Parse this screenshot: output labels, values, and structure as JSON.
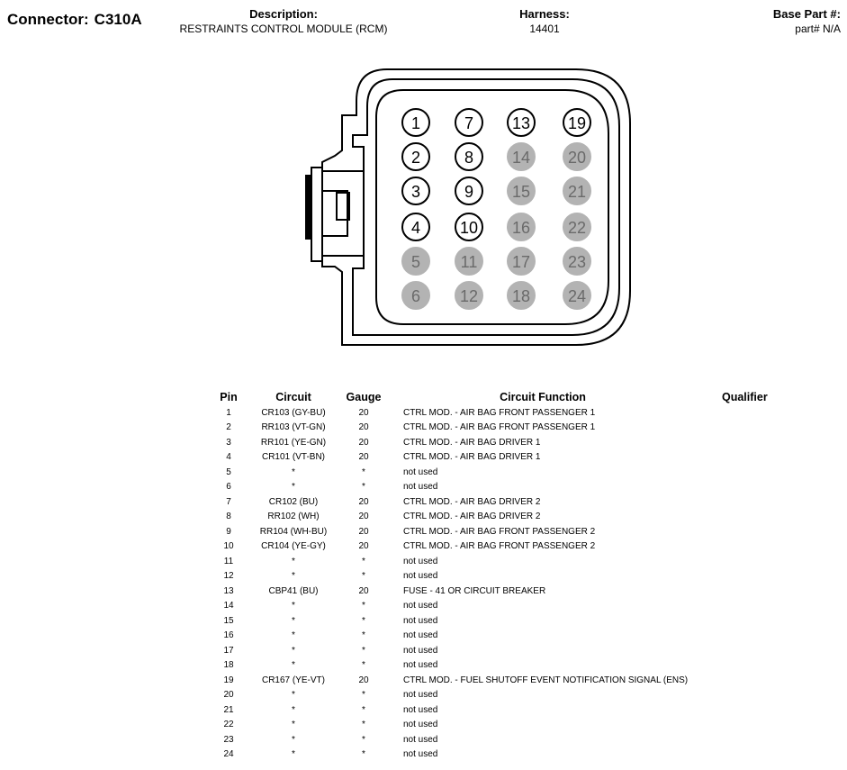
{
  "header": {
    "connector_label": "Connector:",
    "connector_id": "C310A",
    "description_label": "Description:",
    "description_value": "RESTRAINTS CONTROL MODULE (RCM)",
    "harness_label": "Harness:",
    "harness_value": "14401",
    "base_part_label": "Base Part #:",
    "base_part_value": "part# N/A"
  },
  "connector": {
    "pin_grid": [
      [
        "1",
        "7",
        "13",
        "19"
      ],
      [
        "2",
        "8",
        "14",
        "20"
      ],
      [
        "3",
        "9",
        "15",
        "21"
      ],
      [
        "4",
        "10",
        "16",
        "22"
      ],
      [
        "5",
        "11",
        "17",
        "23"
      ],
      [
        "6",
        "12",
        "18",
        "24"
      ]
    ],
    "used_pins": [
      "1",
      "2",
      "3",
      "4",
      "7",
      "8",
      "9",
      "10",
      "13",
      "19"
    ],
    "colors": {
      "used_fill": "#ffffff",
      "unused_fill": "#b3b3b3",
      "outline": "#000000"
    }
  },
  "table": {
    "headers": {
      "pin": "Pin",
      "circuit": "Circuit",
      "gauge": "Gauge",
      "function": "Circuit Function",
      "qualifier": "Qualifier"
    },
    "rows": [
      {
        "pin": "1",
        "circuit": "CR103 (GY-BU)",
        "gauge": "20",
        "function": "CTRL MOD. - AIR BAG FRONT PASSENGER 1"
      },
      {
        "pin": "2",
        "circuit": "RR103 (VT-GN)",
        "gauge": "20",
        "function": "CTRL MOD. - AIR BAG FRONT PASSENGER 1"
      },
      {
        "pin": "3",
        "circuit": "RR101 (YE-GN)",
        "gauge": "20",
        "function": "CTRL MOD. - AIR BAG DRIVER 1"
      },
      {
        "pin": "4",
        "circuit": "CR101 (VT-BN)",
        "gauge": "20",
        "function": "CTRL MOD. - AIR BAG DRIVER 1"
      },
      {
        "pin": "5",
        "circuit": "*",
        "gauge": "*",
        "function": "not used"
      },
      {
        "pin": "6",
        "circuit": "*",
        "gauge": "*",
        "function": "not used"
      },
      {
        "pin": "7",
        "circuit": "CR102 (BU)",
        "gauge": "20",
        "function": "CTRL MOD. - AIR BAG DRIVER 2"
      },
      {
        "pin": "8",
        "circuit": "RR102 (WH)",
        "gauge": "20",
        "function": "CTRL MOD. - AIR BAG DRIVER 2"
      },
      {
        "pin": "9",
        "circuit": "RR104 (WH-BU)",
        "gauge": "20",
        "function": "CTRL MOD. - AIR BAG FRONT PASSENGER 2"
      },
      {
        "pin": "10",
        "circuit": "CR104 (YE-GY)",
        "gauge": "20",
        "function": "CTRL MOD. - AIR BAG FRONT PASSENGER 2"
      },
      {
        "pin": "11",
        "circuit": "*",
        "gauge": "*",
        "function": "not used"
      },
      {
        "pin": "12",
        "circuit": "*",
        "gauge": "*",
        "function": "not used"
      },
      {
        "pin": "13",
        "circuit": "CBP41 (BU)",
        "gauge": "20",
        "function": "FUSE - 41 OR CIRCUIT BREAKER"
      },
      {
        "pin": "14",
        "circuit": "*",
        "gauge": "*",
        "function": "not used"
      },
      {
        "pin": "15",
        "circuit": "*",
        "gauge": "*",
        "function": "not used"
      },
      {
        "pin": "16",
        "circuit": "*",
        "gauge": "*",
        "function": "not used"
      },
      {
        "pin": "17",
        "circuit": "*",
        "gauge": "*",
        "function": "not used"
      },
      {
        "pin": "18",
        "circuit": "*",
        "gauge": "*",
        "function": "not used"
      },
      {
        "pin": "19",
        "circuit": "CR167 (YE-VT)",
        "gauge": "20",
        "function": "CTRL MOD. - FUEL SHUTOFF EVENT NOTIFICATION SIGNAL (ENS)"
      },
      {
        "pin": "20",
        "circuit": "*",
        "gauge": "*",
        "function": "not used"
      },
      {
        "pin": "21",
        "circuit": "*",
        "gauge": "*",
        "function": "not used"
      },
      {
        "pin": "22",
        "circuit": "*",
        "gauge": "*",
        "function": "not used"
      },
      {
        "pin": "23",
        "circuit": "*",
        "gauge": "*",
        "function": "not used"
      },
      {
        "pin": "24",
        "circuit": "*",
        "gauge": "*",
        "function": "not used"
      }
    ]
  }
}
